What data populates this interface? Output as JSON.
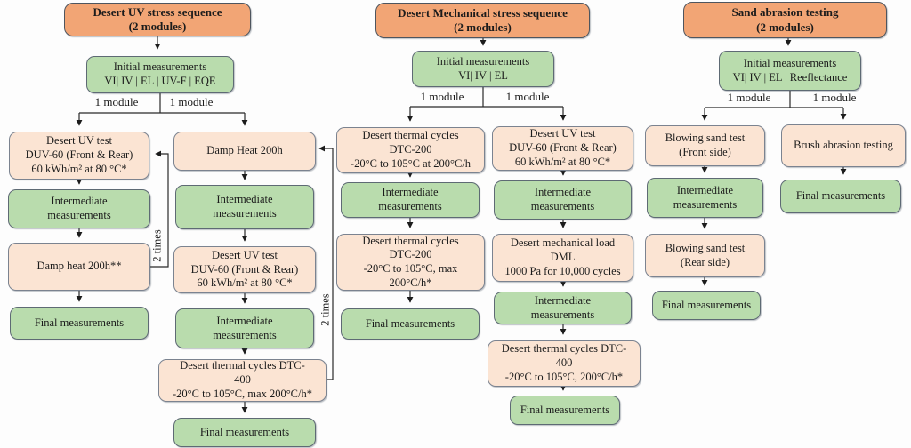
{
  "colors": {
    "header_fill": "#f2a575",
    "test_fill": "#fbe4d3",
    "measurement_fill": "#b9dcad",
    "box_border": "#5e6a74",
    "arrow_line": "#2a2a2a"
  },
  "sequences": [
    {
      "header": "Desert UV stress sequence\n(2 modules)",
      "initial": "Initial measurements\nVI| IV | EL | UV-F | EQE",
      "branch_labels": [
        "1 module",
        "1 module"
      ],
      "left_branch": [
        "Desert UV test\nDUV-60 (Front & Rear)\n60 kWh/m² at 80 °C*",
        "Intermediate\nmeasurements",
        "Damp heat 200h**",
        "Final measurements"
      ],
      "right_branch": [
        "Damp Heat 200h",
        "Intermediate\nmeasurements",
        "Desert UV test\nDUV-60 (Front & Rear)\n60 kWh/m² at 80 °C*",
        "Intermediate\nmeasurements",
        "Desert thermal cycles DTC-\n400\n-20°C to 105°C, max 200°C/h*",
        "Final measurements"
      ],
      "repeat_labels": [
        "2 times",
        "2 times"
      ]
    },
    {
      "header": "Desert Mechanical stress sequence\n(2 modules)",
      "initial": "Initial measurements\nVI| IV | EL",
      "branch_labels": [
        "1 module",
        "1 module"
      ],
      "left_branch": [
        "Desert thermal cycles\nDTC-200\n-20°C to 105°C at 200°C/h",
        "Intermediate\nmeasurements",
        "Desert thermal cycles\nDTC-200\n-20°C to 105°C, max\n200°C/h*",
        "Final measurements"
      ],
      "right_branch": [
        "Desert UV test\nDUV-60 (Front & Rear)\n60 kWh/m² at 80 °C*",
        "Intermediate\nmeasurements",
        "Desert mechanical load\nDML\n1000 Pa for 10,000 cycles",
        "Intermediate\nmeasurements",
        "Desert thermal cycles DTC-\n400\n-20°C to 105°C, 200°C/h*",
        "Final measurements"
      ]
    },
    {
      "header": "Sand abrasion testing\n(2 modules)",
      "initial": "Initial measurements\nVI| IV | EL | Reeflectance",
      "branch_labels": [
        "1 module",
        "1 module"
      ],
      "left_branch": [
        "Blowing sand test\n(Front side)",
        "Intermediate\nmeasurements",
        "Blowing sand test\n(Rear side)",
        "Final measurements"
      ],
      "right_branch": [
        "Brush abrasion testing",
        "Final measurements"
      ]
    }
  ]
}
